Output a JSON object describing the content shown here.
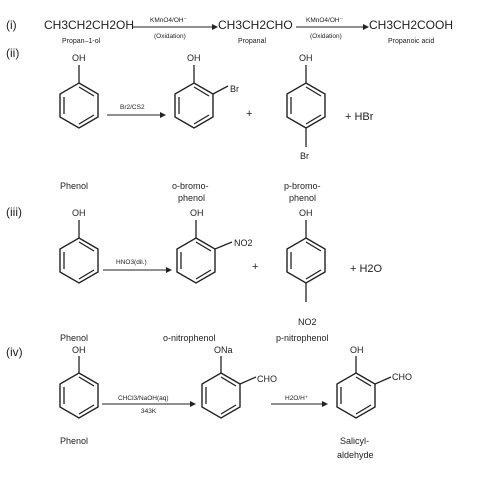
{
  "reactions": {
    "r1": {
      "label": "(i)",
      "reactant": "CH3CH2CH2OH",
      "reactant_name": "Propan–1-ol",
      "reagent1": "KMnO4/OH⁻",
      "condition1": "(Oxidation)",
      "intermediate": "CH3CH2CHO",
      "intermediate_name": "Propanal",
      "reagent2": "KMnO4/OH⁻",
      "condition2": "(Oxidation)",
      "product": "CH3CH2COOH",
      "product_name": "Propanoic acid"
    },
    "r2": {
      "label": "(ii)",
      "reactant_group": "OH",
      "reactant_name": "Phenol",
      "reagent": "Br2/CS2",
      "product1_group_top": "OH",
      "product1_group_side": "Br",
      "product1_name_line1": "o-bromo-",
      "product1_name_line2": "phenol",
      "plus1": "+",
      "product2_group_top": "OH",
      "product2_group_bottom": "Br",
      "product2_name_line1": "p-bromo-",
      "product2_name_line2": "phenol",
      "byproduct": "+ HBr"
    },
    "r3": {
      "label": "(iii)",
      "reactant_group": "OH",
      "reactant_name": "Phenol",
      "reagent": "HNO3(dil.)",
      "product1_group_top": "OH",
      "product1_group_side": "NO2",
      "product1_name": "o-nitrophenol",
      "plus1": "+",
      "product2_group_top": "OH",
      "product2_group_bottom": "NO2",
      "product2_name": "p-nitrophenol",
      "byproduct": "+ H2O"
    },
    "r4": {
      "label": "(iv)",
      "reactant_group": "OH",
      "reactant_name": "Phenol",
      "reagent1": "CHCl3/NaOH(aq)",
      "condition1": "343K",
      "intermediate_group_top": "ONa",
      "intermediate_group_side": "CHO",
      "reagent2": "H2O/H⁺",
      "product_group_top": "OH",
      "product_group_side": "CHO",
      "product_name_line1": "Salicyl-",
      "product_name_line2": "aldehyde"
    }
  }
}
